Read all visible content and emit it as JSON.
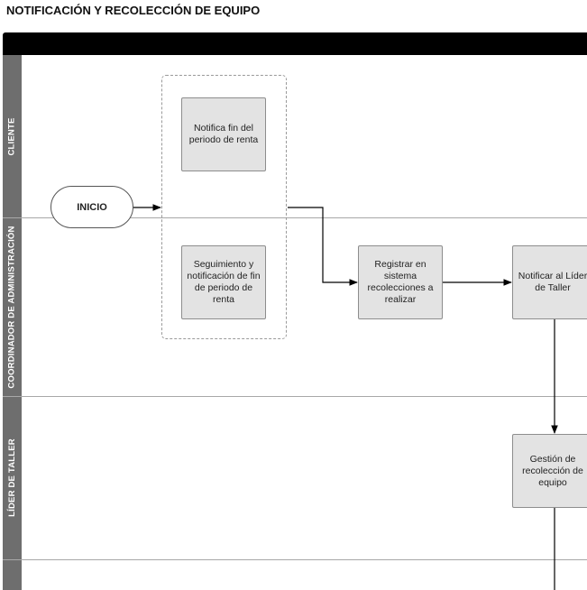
{
  "title": "NOTIFICACIÓN Y RECOLECCIÓN DE EQUIPO",
  "lanes": [
    {
      "label": "CLIENTE"
    },
    {
      "label": "COORDINADOR DE ADMINISTRACIÓN"
    },
    {
      "label": "LÍDER DE TALLER"
    },
    {
      "label": ""
    }
  ],
  "start": {
    "label": "INICIO"
  },
  "steps": {
    "notifica_fin": "Notifica fin del periodo de renta",
    "seguimiento": "Seguimiento y notificación de fin de periodo de renta",
    "registrar": "Registrar en sistema recolecciones a realizar",
    "notificar_lider": "Notificar al Líder de Taller",
    "gestion": "Gestión de recolección de equipo"
  }
}
